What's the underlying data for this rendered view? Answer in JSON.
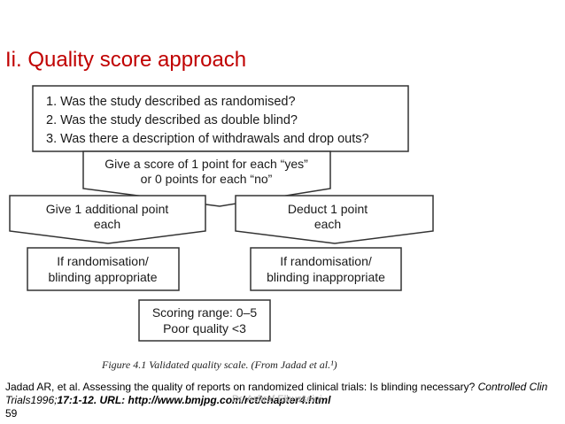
{
  "slide": {
    "title": "Ii. Quality score approach",
    "number": "59",
    "watermark": "Dr. Ashraf Elhusseini"
  },
  "diagram": {
    "questions": [
      "1.  Was the study described as randomised?",
      "2.  Was the study described as double blind?",
      "3.  Was there a description of withdrawals and drop outs?"
    ],
    "scoring_rule": [
      "Give a score of 1 point for each “yes”",
      "or 0 points for each “no”"
    ],
    "left_arrow": [
      "Give 1 additional point",
      "each"
    ],
    "right_arrow": [
      "Deduct 1 point",
      "each"
    ],
    "left_box": [
      "If randomisation/",
      "blinding appropriate"
    ],
    "right_box": [
      "If randomisation/",
      "blinding inappropriate"
    ],
    "range_box": [
      "Scoring range: 0–5",
      "Poor quality <3"
    ],
    "figure_caption": "Figure 4.1   Validated quality scale. (From Jadad et al.¹)"
  },
  "citation": {
    "part1": "Jadad AR, et al. Assessing the quality of reports on randomized clinical trials: Is blinding necessary? ",
    "journal": "Controlled Clin Trials",
    "year": "1996;",
    "volume": "17:1-12. URL: http://www.bmjpg.com/rct/chapter4.html"
  }
}
